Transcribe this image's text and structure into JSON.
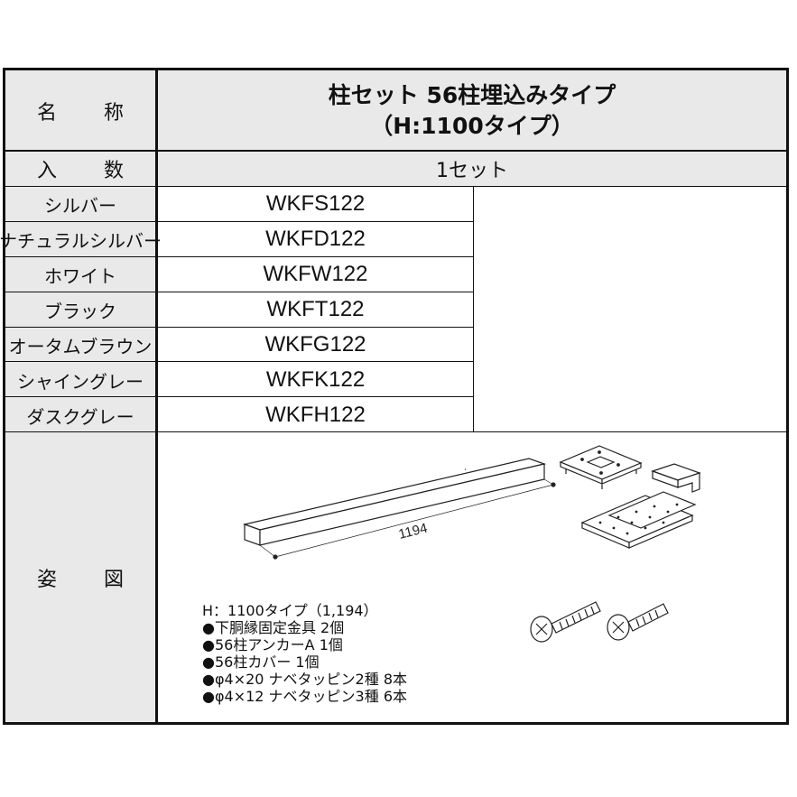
{
  "table": {
    "name_label": [
      "名",
      "称"
    ],
    "product_name": "柱セット 56柱埋込みタイプ",
    "product_subname": "（H:1100タイプ）",
    "quantity_label": [
      "入",
      "数"
    ],
    "quantity_value": "1セット",
    "figure_label": [
      "姿",
      "図"
    ],
    "colors": [
      {
        "name": "シルバー",
        "code": "WKFS122"
      },
      {
        "name": "ナチュラルシルバー",
        "code": "WKFD122"
      },
      {
        "name": "ホワイト",
        "code": "WKFW122"
      },
      {
        "name": "ブラック",
        "code": "WKFT122"
      },
      {
        "name": "オータムブラウン",
        "code": "WKFG122"
      },
      {
        "name": "シャイングレー",
        "code": "WKFK122"
      },
      {
        "name": "ダスクグレー",
        "code": "WKFH122"
      }
    ]
  },
  "figure": {
    "dimension": "1194",
    "notes": [
      "H：1100タイプ（1,194）",
      "●下胴縁固定金具 2個",
      "●56柱アンカーA 1個",
      "●56柱カバー 1個",
      "●φ4×20 ナベタッピン2種 8本",
      "●φ4×12 ナベタッピン3種 6本"
    ]
  },
  "colors": {
    "header_gray": "#e9e9e9",
    "border": "#111111"
  }
}
